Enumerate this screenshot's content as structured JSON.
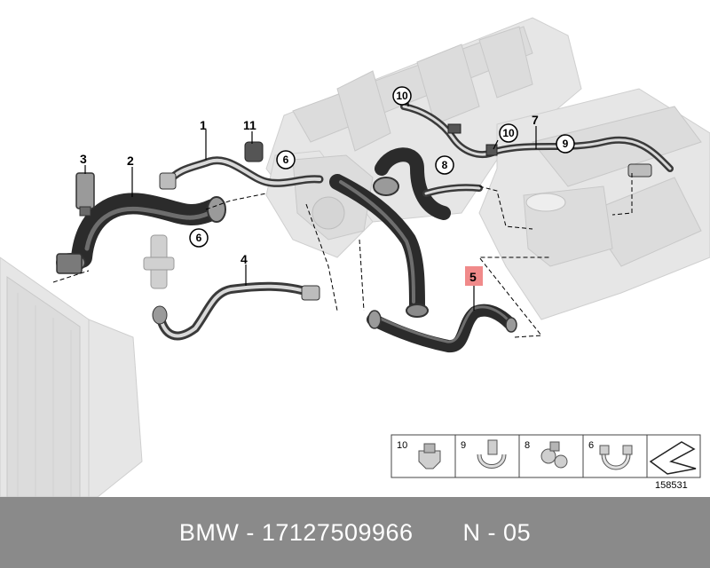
{
  "diagram": {
    "callouts": {
      "p1": "1",
      "p2": "2",
      "p3": "3",
      "p4": "4",
      "p5": "5",
      "p6a": "6",
      "p6b": "6",
      "p7": "7",
      "p8": "8",
      "p9": "9",
      "p10a": "10",
      "p10b": "10",
      "p11": "11"
    },
    "legend": [
      {
        "number": "10",
        "icon": "clamp-10-icon"
      },
      {
        "number": "9",
        "icon": "clamp-9-icon"
      },
      {
        "number": "8",
        "icon": "clamp-8-icon"
      },
      {
        "number": "6",
        "icon": "clamp-6-icon"
      }
    ],
    "legend_arrow_icon": "reference-arrow-icon",
    "drawing_number": "158531",
    "highlighted_part": "5",
    "highlight_color": "#f08a8a"
  },
  "footer": {
    "text": "BMW - 17127509966       N - 05",
    "background": "#8a8a8a",
    "text_color": "#ffffff"
  }
}
